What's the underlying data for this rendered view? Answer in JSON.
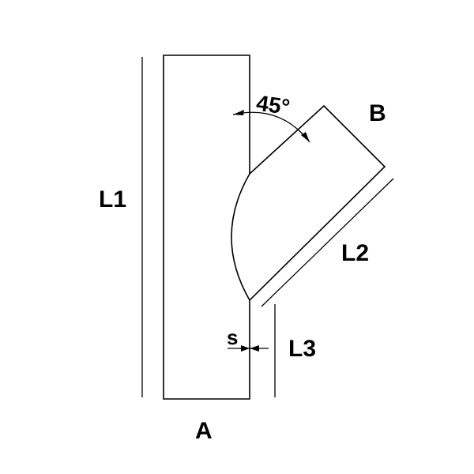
{
  "labels": {
    "l1": "L1",
    "l2": "L2",
    "l3": "L3",
    "a": "A",
    "b": "B",
    "s": "s",
    "angle": "45°"
  },
  "colors": {
    "stroke": "#000000",
    "background": "#ffffff"
  }
}
